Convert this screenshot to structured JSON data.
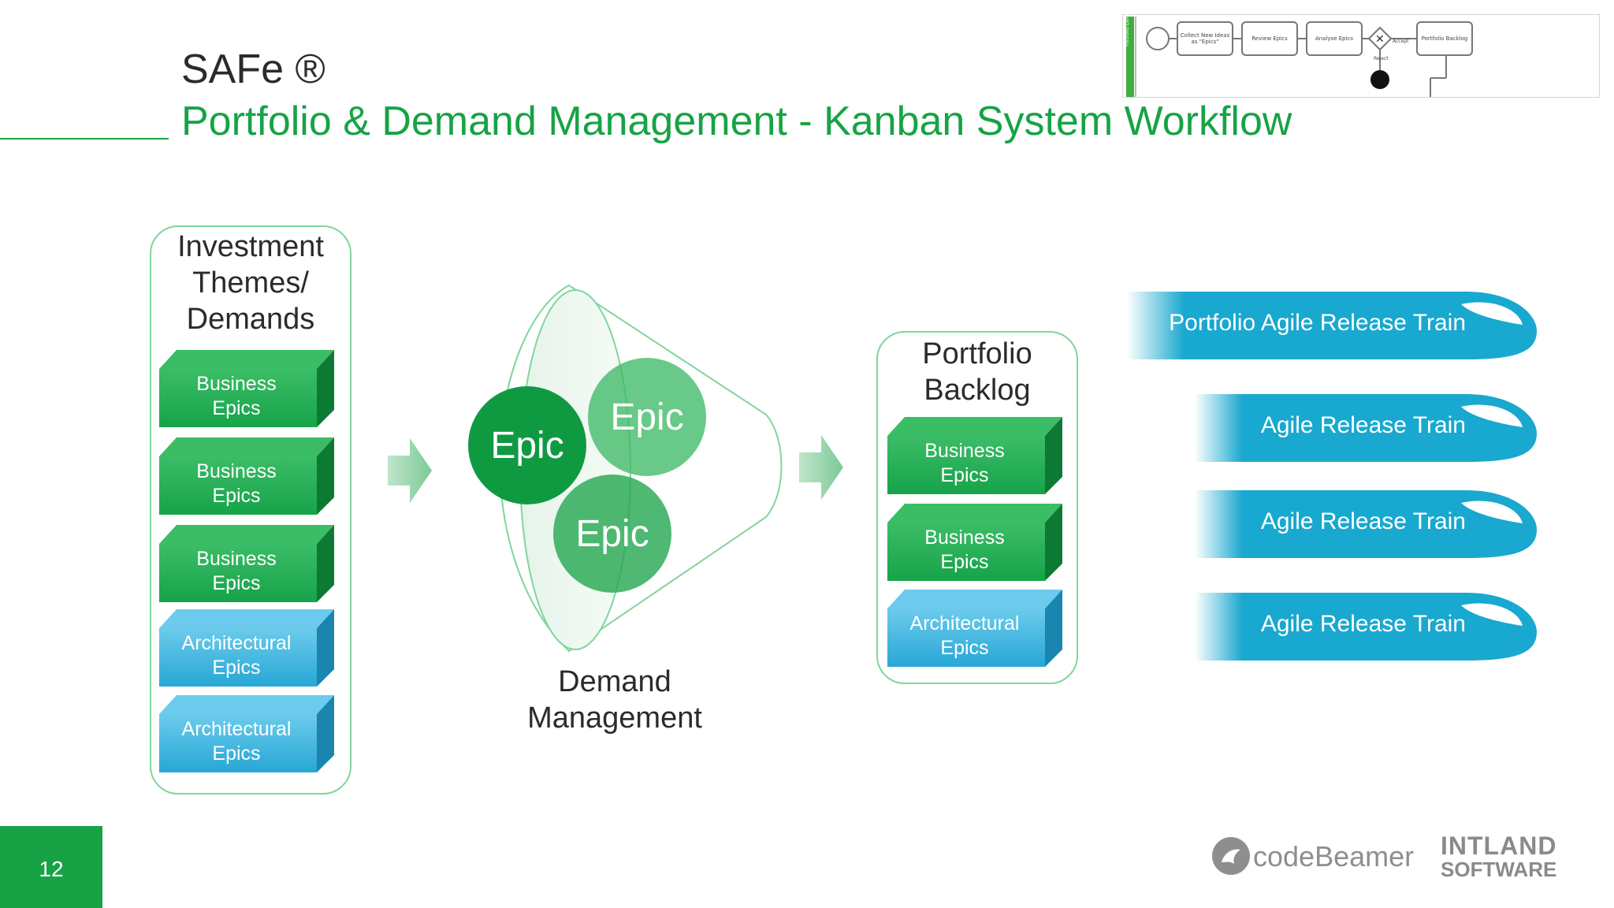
{
  "header": {
    "title": "SAFe ®",
    "subtitle": "Portfolio & Demand Management - Kanban System Workflow"
  },
  "investment_panel": {
    "heading": "Investment\nThemes/\nDemands",
    "blocks": [
      {
        "label": "Business\nEpics",
        "kind": "business"
      },
      {
        "label": "Business\nEpics",
        "kind": "business"
      },
      {
        "label": "Business\nEpics",
        "kind": "business"
      },
      {
        "label": "Architectural\nEpics",
        "kind": "architectural"
      },
      {
        "label": "Architectural\nEpics",
        "kind": "architectural"
      }
    ]
  },
  "demand_management": {
    "label": "Demand\nManagement",
    "epics": [
      "Epic",
      "Epic",
      "Epic"
    ]
  },
  "portfolio_backlog": {
    "heading": "Portfolio\nBacklog",
    "blocks": [
      {
        "label": "Business\nEpics",
        "kind": "business"
      },
      {
        "label": "Business\nEpics",
        "kind": "business"
      },
      {
        "label": "Architectural\nEpics",
        "kind": "architectural"
      }
    ]
  },
  "release_trains": [
    "Portfolio Agile Release Train",
    "Agile Release Train",
    "Agile Release Train",
    "Agile Release Train"
  ],
  "workflow_thumbnail": {
    "steps": [
      "Collect New Ideas as \"Epics\"",
      "Review Epics",
      "Analyse Epics",
      "Portfolio Backlog"
    ],
    "side_label": "Portfolio Lane",
    "accept_label": "Accept",
    "reject_label": "Reject"
  },
  "footer": {
    "page_number": "12",
    "logo_codebeamer": "codeBeamer",
    "logo_intland": "INTLAND",
    "logo_software": "SOFTWARE"
  },
  "colors": {
    "brand_green": "#17a345",
    "block_green": "#19a64b",
    "block_blue": "#29a9d6",
    "train_blue": "#19a8cf",
    "panel_border": "#7fd69b"
  }
}
